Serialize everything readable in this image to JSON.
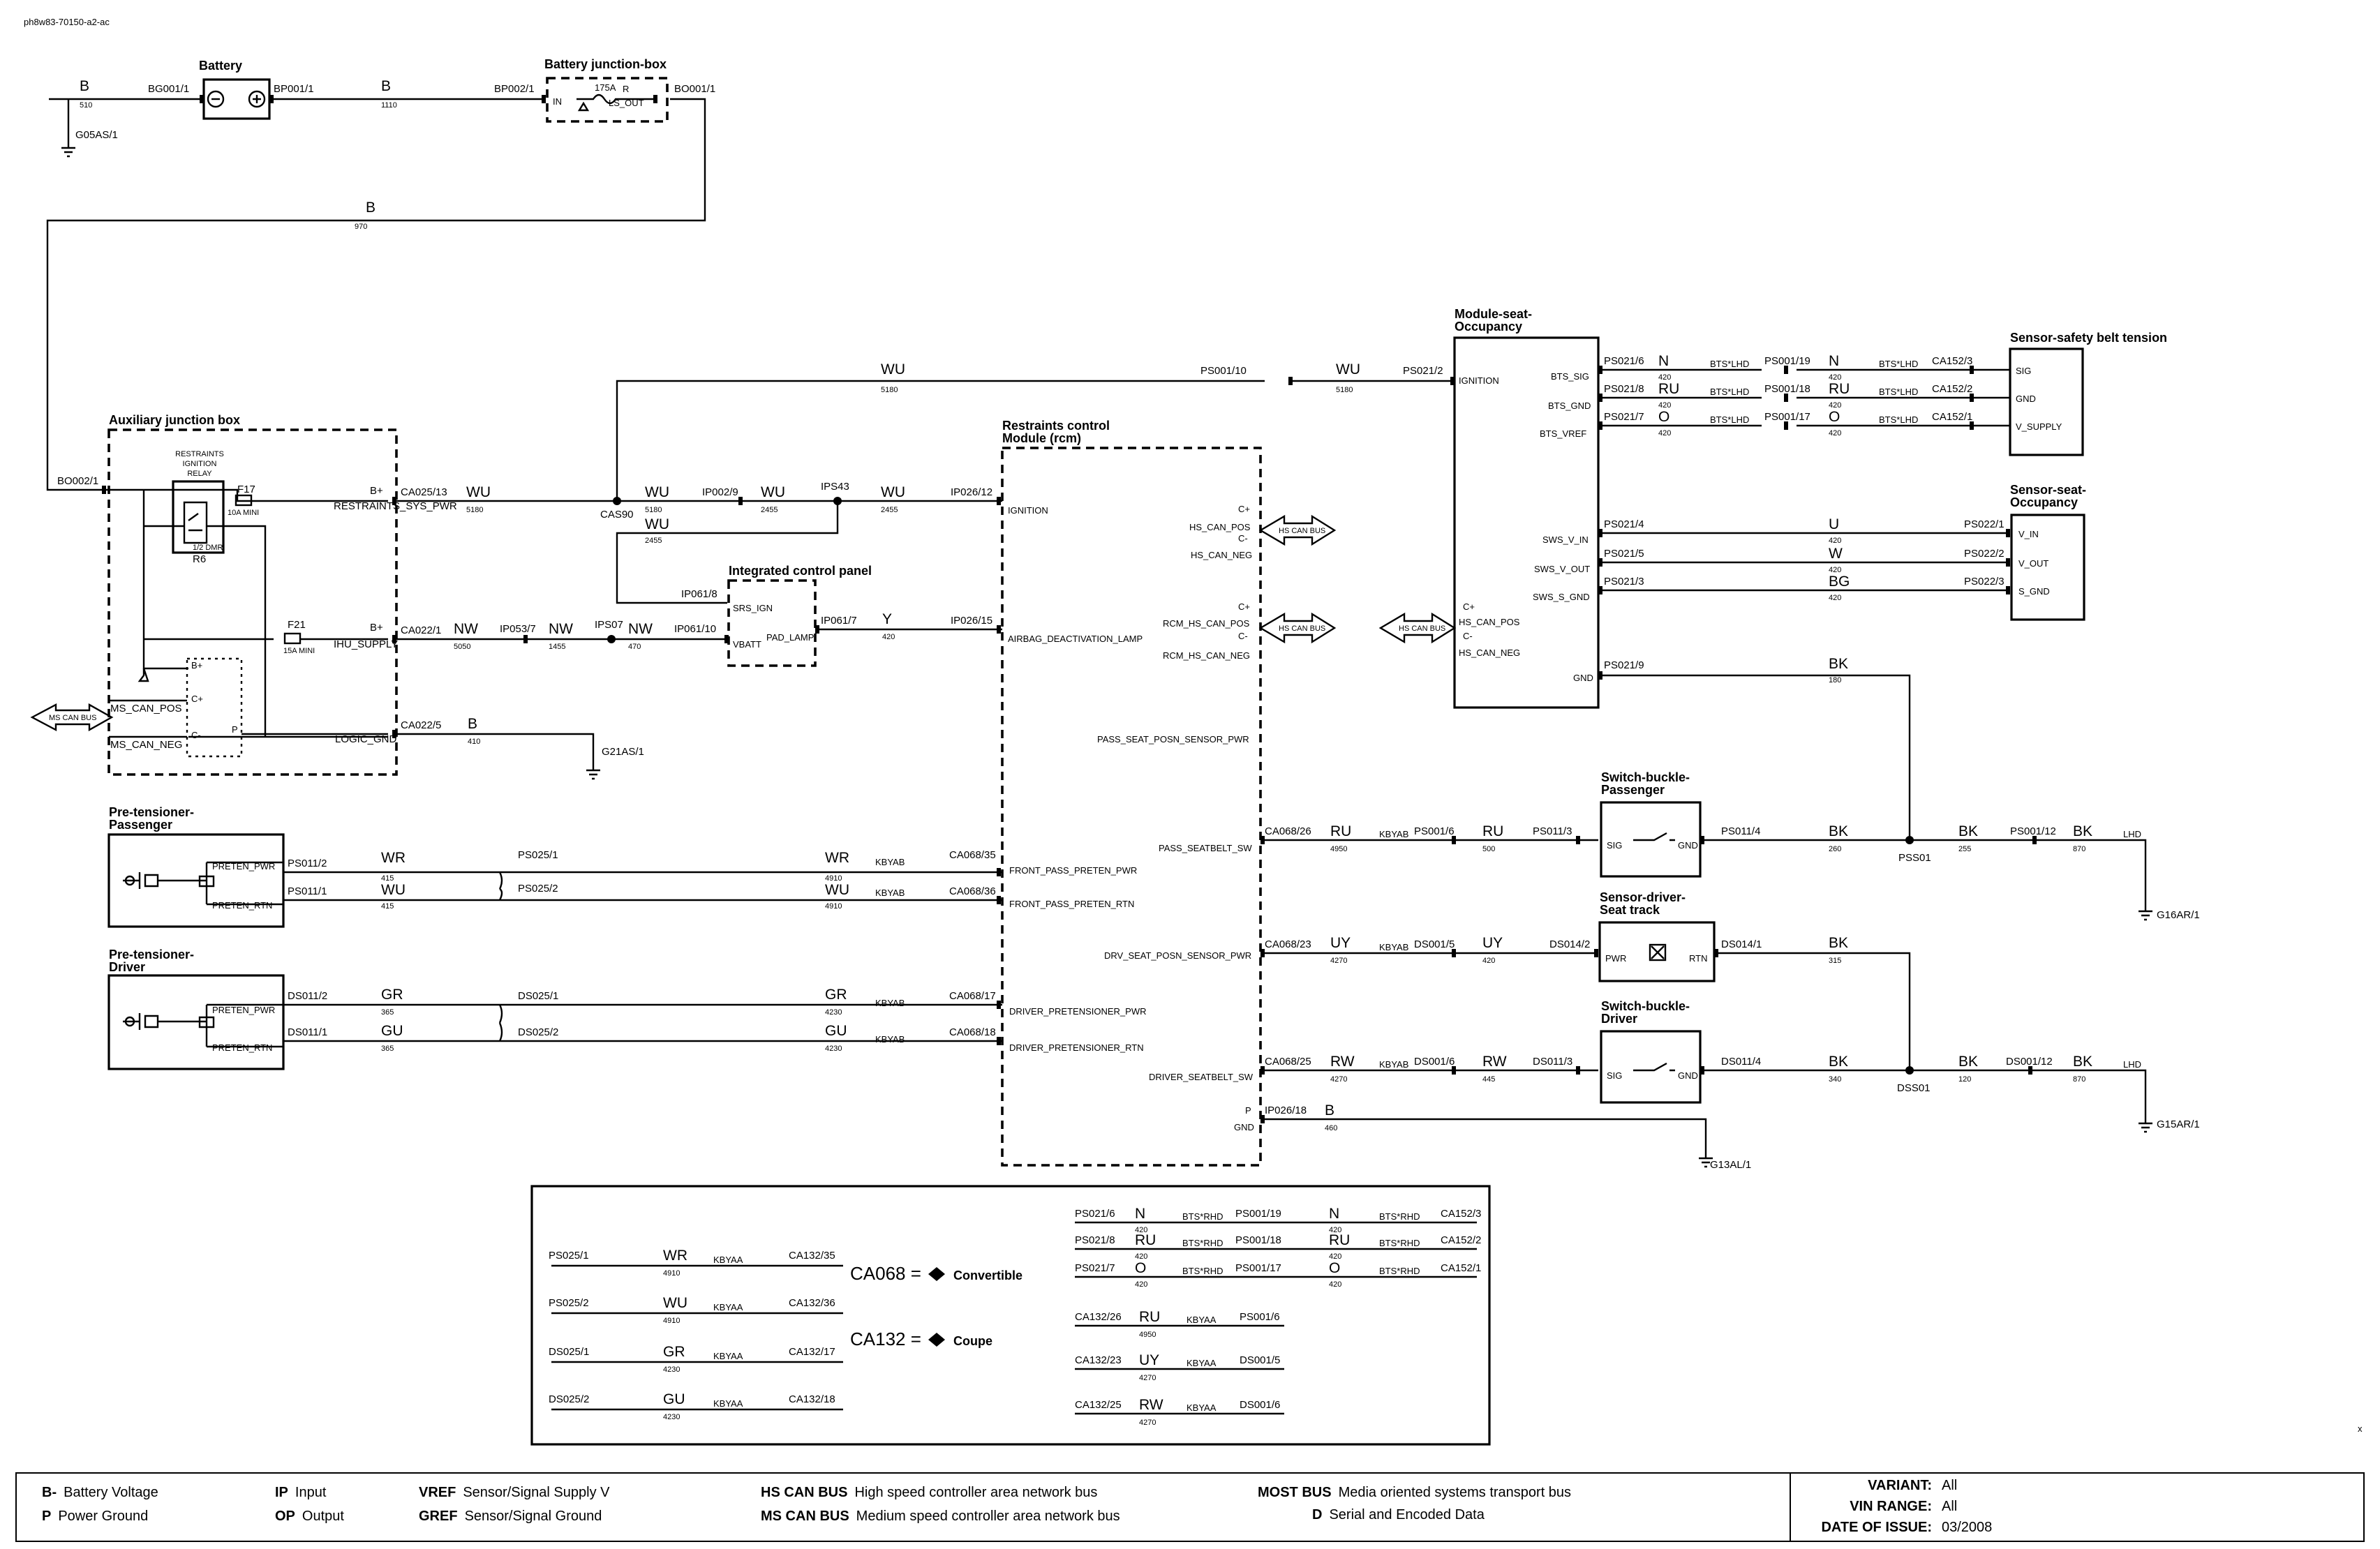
{
  "page": {
    "id": "ph8w83-70150-a2-ac"
  },
  "components": {
    "battery": "Battery",
    "bjb": "Battery junction-box",
    "ajb": "Auxiliary junction box",
    "icp": "Integrated control panel",
    "rcm": [
      "Restraints control",
      "Module (rcm)"
    ],
    "mso": [
      "Module-seat-",
      "Occupancy"
    ],
    "sbt": "Sensor-safety belt tension",
    "sso": [
      "Sensor-seat-",
      "Occupancy"
    ],
    "sbp": [
      "Switch-buckle-",
      "Passenger"
    ],
    "sds": [
      "Sensor-driver-",
      "Seat track"
    ],
    "sbd": [
      "Switch-buckle-",
      "Driver"
    ],
    "ptp": [
      "Pre-tensioner-",
      "Passenger"
    ],
    "ptd": [
      "Pre-tensioner-",
      "Driver"
    ],
    "relay": [
      "RESTRAINTS",
      "IGNITION",
      "RELAY"
    ]
  },
  "labels": {
    "BG001_1": "BG001/1",
    "BP001_1": "BP001/1",
    "BP002_1": "BP002/1",
    "BO001_1": "BO001/1",
    "BO002_1": "BO002/1",
    "G05AS": "G05AS/1",
    "G21AS": "G21AS/1",
    "G16AR": "G16AR/1",
    "G15AR": "G15AR/1",
    "G13AL": "G13AL/1",
    "fuse175": "175A",
    "fuse_in": "IN",
    "fuse_r": "R",
    "fuse_out": "LS_OUT",
    "F17": "F17",
    "F17r": "10A MINI",
    "F21": "F21",
    "F21r": "15A MINI",
    "R6": "R6",
    "dmr": "1/2 DMR",
    "rsp": "RESTRAINTS_SYS_PWR",
    "ihu": "IHU_SUPPLY",
    "lgnd": "LOGIC_GND",
    "bplus": "B+",
    "bplus2": "B+",
    "ms_pos": "MS_CAN_POS",
    "ms_neg": "MS_CAN_NEG",
    "cplus": "C+",
    "cminus": "C-",
    "p": "P",
    "CA025_13": "CA025/13",
    "CA022_1": "CA022/1",
    "CA022_5": "CA022/5",
    "CAS90": "CAS90",
    "IP002_9": "IP002/9",
    "IPS43": "IPS43",
    "IP026_12": "IP026/12",
    "IP053_7": "IP053/7",
    "IPS07": "IPS07",
    "IP061_10": "IP061/10",
    "IP061_8": "IP061/8",
    "IP061_7": "IP061/7",
    "IP026_15": "IP026/15",
    "srs_ign": "SRS_IGN",
    "vbatt": "VBATT",
    "pad_lamp": "PAD_LAMP",
    "ign": "IGNITION",
    "hs_pos": "HS_CAN_POS",
    "hs_neg": "HS_CAN_NEG",
    "rcm_hs_pos": "RCM_HS_CAN_POS",
    "rcm_hs_neg": "RCM_HS_CAN_NEG",
    "abd": "AIRBAG_DEACTIVATION_LAMP",
    "pspp": "PASS_SEAT_POSN_SENSOR_PWR",
    "psb": "PASS_SEATBELT_SW",
    "fppp": "FRONT_PASS_PRETEN_PWR",
    "fppr": "FRONT_PASS_PRETEN_RTN",
    "dspp": "DRV_SEAT_POSN_SENSOR_PWR",
    "dpp": "DRIVER_PRETENSIONER_PWR",
    "dpr": "DRIVER_PRETENSIONER_RTN",
    "dsb": "DRIVER_SEATBELT_SW",
    "gnd": "GND",
    "CA068_26": "CA068/26",
    "CA068_23": "CA068/23",
    "CA068_25": "CA068/25",
    "CA068_35": "CA068/35",
    "CA068_36": "CA068/36",
    "CA068_17": "CA068/17",
    "CA068_18": "CA068/18",
    "IP026_18": "IP026/18",
    "kbyab": "KBYAB",
    "PS001_10": "PS001/10",
    "PS021_2": "PS021/2",
    "PS001_6": "PS001/6",
    "PS011_3": "PS011/3",
    "PS011_4": "PS011/4",
    "PS001_12": "PS001/12",
    "PSS01": "PSS01",
    "DS001_5": "DS001/5",
    "DS014_2": "DS014/2",
    "DS014_1": "DS014/1",
    "DS001_6": "DS001/6",
    "DS011_3": "DS011/3",
    "DS011_4": "DS011/4",
    "DS001_12": "DS001/12",
    "DSS01": "DSS01",
    "lhd": "LHD",
    "sig": "SIG",
    "pwr": "PWR",
    "rtn": "RTN",
    "PS021_6": "PS021/6",
    "PS021_8": "PS021/8",
    "PS021_7": "PS021/7",
    "PS021_4": "PS021/4",
    "PS021_5": "PS021/5",
    "PS021_3": "PS021/3",
    "PS021_9": "PS021/9",
    "bts_lhd": "BTS*LHD",
    "PS001_19": "PS001/19",
    "PS001_18": "PS001/18",
    "PS001_17": "PS001/17",
    "CA152_3": "CA152/3",
    "CA152_2": "CA152/2",
    "CA152_1": "CA152/1",
    "PS022_1": "PS022/1",
    "PS022_2": "PS022/2",
    "PS022_3": "PS022/3",
    "bts_sig": "BTS_SIG",
    "bts_gnd": "BTS_GND",
    "bts_vref": "BTS_VREF",
    "sws_vin": "SWS_V_IN",
    "sws_vout": "SWS_V_OUT",
    "sws_sgnd": "SWS_S_GND",
    "v_supply": "V_SUPPLY",
    "v_in": "V_IN",
    "v_out": "V_OUT",
    "s_gnd": "S_GND",
    "PS011_2": "PS011/2",
    "PS011_1": "PS011/1",
    "PS025_1": "PS025/1",
    "PS025_2": "PS025/2",
    "DS011_2": "DS011/2",
    "DS011_1": "DS011/1",
    "DS025_1": "DS025/1",
    "DS025_2": "DS025/2",
    "preten_pwr": "PRETEN_PWR",
    "preten_rtn": "PRETEN_RTN",
    "ms_bus": "MS CAN BUS",
    "hs_bus": "HS CAN BUS"
  },
  "wires": {
    "B": "B",
    "W510": "510",
    "W1110": "1110",
    "W970": "970",
    "W410": "410",
    "W460": "460",
    "WU": "WU",
    "W5180": "5180",
    "W2455": "2455",
    "NW": "NW",
    "W5050": "5050",
    "W1455": "1455",
    "W470": "470",
    "Y": "Y",
    "W420": "420",
    "N": "N",
    "RU": "RU",
    "O": "O",
    "U": "U",
    "W": "W",
    "BG": "BG",
    "BK": "BK",
    "W180": "180",
    "W4950": "4950",
    "W500": "500",
    "W260": "260",
    "W255": "255",
    "W870": "870",
    "UY": "UY",
    "W4270": "4270",
    "W315": "315",
    "RW": "RW",
    "W445": "445",
    "W340": "340",
    "W120": "120",
    "WR": "WR",
    "W415": "415",
    "W4910": "4910",
    "GR": "GR",
    "GU": "GU",
    "W365": "365",
    "W4230": "4230"
  },
  "options": {
    "conv_code": "CA068 =",
    "conv_label": "Convertible",
    "coupe_code": "CA132 =",
    "coupe_label": "Coupe",
    "kbyaa": "KBYAA",
    "bts_rhd": "BTS*RHD",
    "CA132_35": "CA132/35",
    "CA132_36": "CA132/36",
    "CA132_17": "CA132/17",
    "CA132_18": "CA132/18",
    "CA132_26": "CA132/26",
    "CA132_23": "CA132/23",
    "CA132_25": "CA132/25"
  },
  "legend": {
    "b_code": "B-",
    "b_text": "Battery Voltage",
    "p_code": "P",
    "p_text": "Power Ground",
    "ip_code": "IP",
    "ip_text": "Input",
    "op_code": "OP",
    "op_text": "Output",
    "vref_code": "VREF",
    "vref_text": "Sensor/Signal Supply V",
    "gref_code": "GREF",
    "gref_text": "Sensor/Signal Ground",
    "hs_code": "HS CAN BUS",
    "hs_text": "High speed controller area network bus",
    "ms_code": "MS CAN BUS",
    "ms_text": "Medium speed controller area network bus",
    "most_code": "MOST BUS",
    "most_text": "Media oriented systems transport bus",
    "d_code": "D",
    "d_text": "Serial and Encoded Data",
    "variant_k": "VARIANT:",
    "variant_v": "All",
    "vin_k": "VIN RANGE:",
    "vin_v": "All",
    "date_k": "DATE OF ISSUE:",
    "date_v": "03/2008"
  },
  "corner_mark": "x"
}
